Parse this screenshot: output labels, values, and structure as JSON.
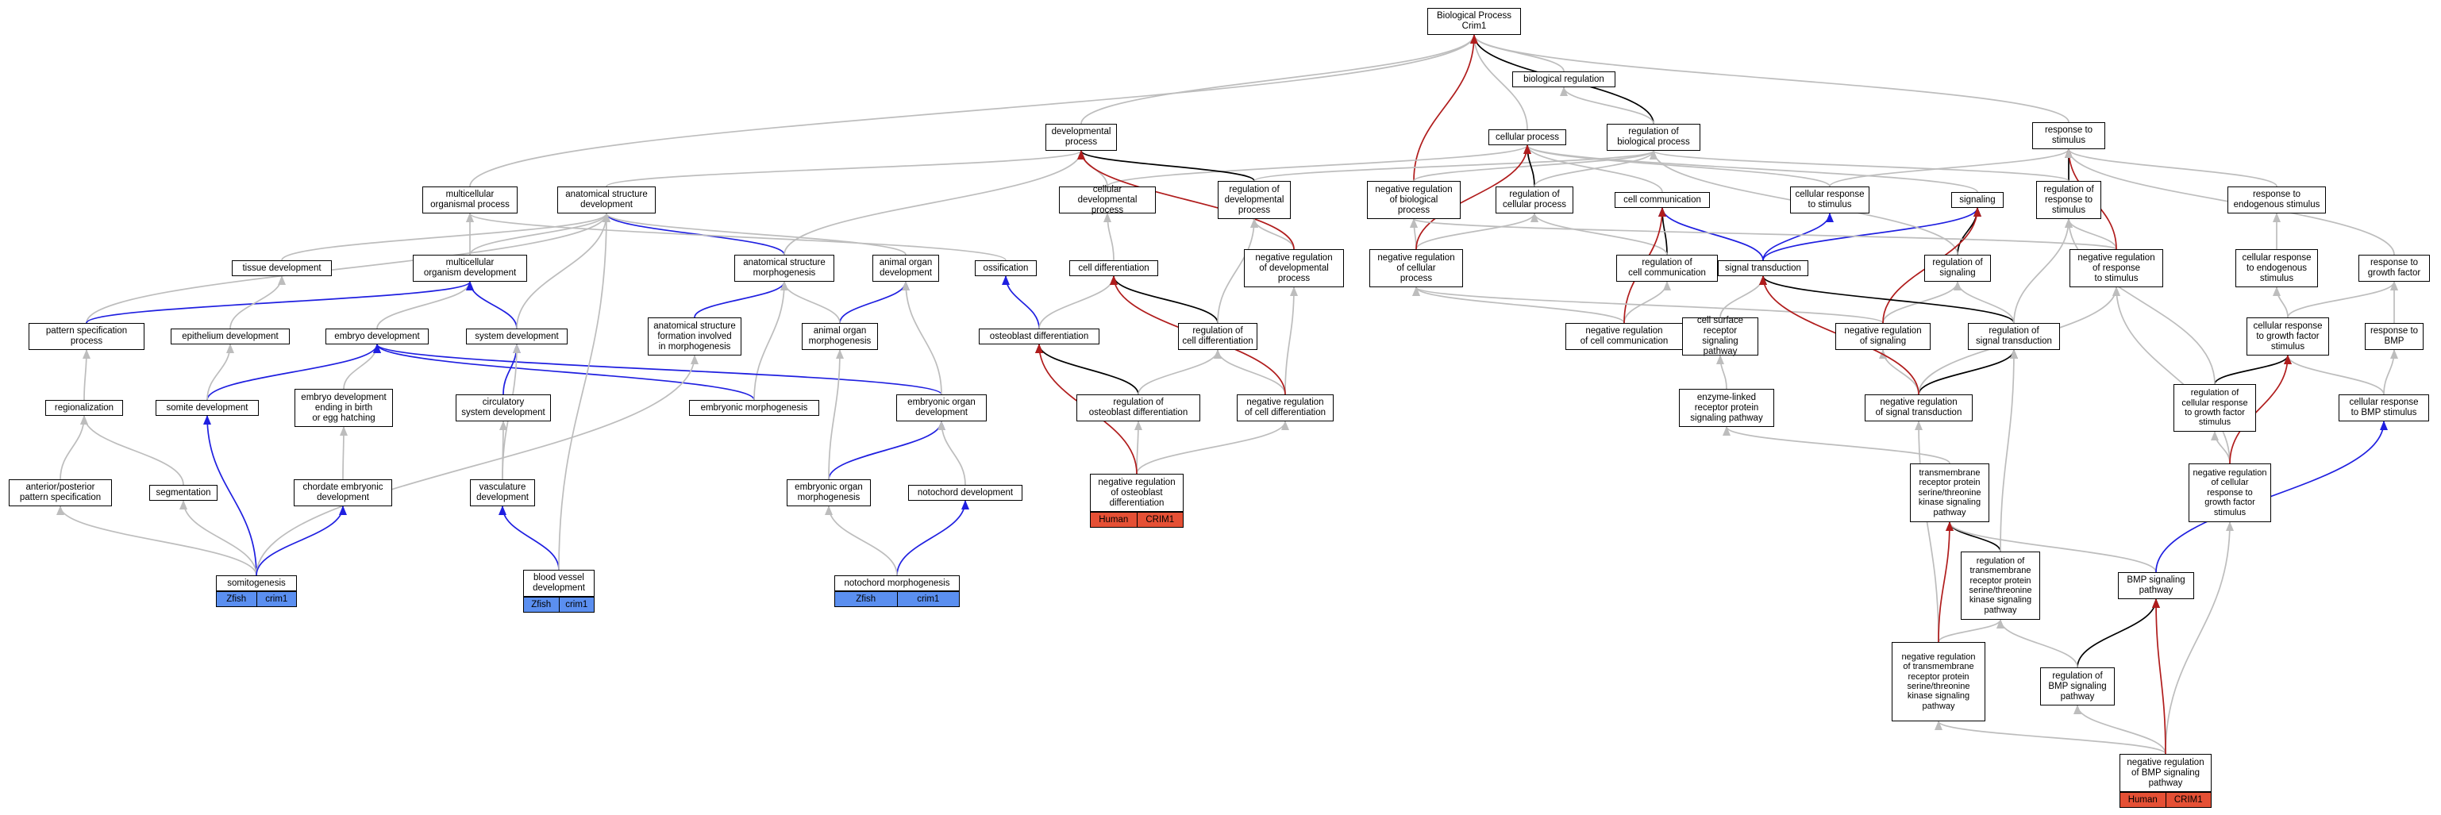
{
  "colors": {
    "gray": "#bdbdbd",
    "black": "#000000",
    "blue": "#1f1fe0",
    "red": "#b01c1c",
    "zfish": "#5b8ff0",
    "human": "#e55035"
  },
  "nodes": {
    "bp": "Biological Process\nCrim1",
    "bioreg": "biological regulation",
    "regbp": "regulation of\nbiological process",
    "cellproc": "cellular process",
    "devproc": "developmental\nprocess",
    "resp": "response to\nstimulus",
    "mop": "multicellular\norganismal process",
    "asd": "anatomical structure\ndevelopment",
    "cdp": "cellular developmental\nprocess",
    "rdp": "regulation of\ndevelopmental\nprocess",
    "nrbp": "negative regulation\nof biological\nprocess",
    "rcp": "regulation of\ncellular process",
    "cc": "cell communication",
    "crs": "cellular response\nto stimulus",
    "sig": "signaling",
    "rrs": "regulation of\nresponse to\nstimulus",
    "res": "response to\nendogenous stimulus",
    "td": "tissue development",
    "mod": "multicellular\norganism development",
    "asm": "anatomical structure\nmorphogenesis",
    "aod": "animal organ\ndevelopment",
    "oss": "ossification",
    "celldiff": "cell differentiation",
    "nrdp": "negative regulation\nof developmental\nprocess",
    "nrcp": "negative regulation\nof cellular\nprocess",
    "rccm": "regulation of\ncell communication",
    "st": "signal transduction",
    "rsig": "regulation of\nsignaling",
    "nrrs": "negative regulation\nof response\nto stimulus",
    "cres": "cellular response\nto endogenous\nstimulus",
    "rgf": "response to\ngrowth factor",
    "psp": "pattern specification\nprocess",
    "ed": "epithelium development",
    "embd": "embryo development",
    "sysd": "system development",
    "asf": "anatomical structure\nformation involved\nin morphogenesis",
    "aom": "animal organ\nmorphogenesis",
    "od": "osteoblast differentiation",
    "rcd": "regulation of\ncell differentiation",
    "nrcc": "negative regulation\nof cell communication",
    "csrsp": "cell surface\nreceptor signaling\npathway",
    "nrsig": "negative regulation\nof signaling",
    "rst": "regulation of\nsignal transduction",
    "crgf": "cellular response\nto growth factor\nstimulus",
    "rbmp": "response to\nBMP",
    "reg": "regionalization",
    "sd": "somite development",
    "edb": "embryo development\nending in birth\nor egg hatching",
    "csd": "circulatory\nsystem development",
    "em": "embryonic morphogenesis",
    "eod": "embryonic organ\ndevelopment",
    "rod": "regulation of\nosteoblast differentiation",
    "nrcd": "negative regulation\nof cell differentiation",
    "elrsp": "enzyme-linked\nreceptor protein\nsignaling pathway",
    "nrst": "negative regulation\nof signal transduction",
    "rcrgf": "regulation of\ncellular response\nto growth factor\nstimulus",
    "crbmp": "cellular response\nto BMP stimulus",
    "apps": "anterior/posterior\npattern specification",
    "seg": "segmentation",
    "ced": "chordate embryonic\ndevelopment",
    "vd": "vasculature\ndevelopment",
    "eom": "embryonic organ\nmorphogenesis",
    "nd": "notochord development",
    "nrod": "negative regulation\nof osteoblast\ndifferentiation",
    "tmrs": "transmembrane\nreceptor protein\nserine/threonine\nkinase signaling\npathway",
    "nrcrgf": "negative regulation\nof cellular\nresponse to\ngrowth factor\nstimulus",
    "somito": "somitogenesis",
    "bvd": "blood vessel\ndevelopment",
    "nm": "notochord morphogenesis",
    "rtmrs": "regulation of\ntransmembrane\nreceptor protein\nserine/threonine\nkinase signaling\npathway",
    "bmpsp": "BMP signaling\npathway",
    "nrtmrs": "negative regulation\nof transmembrane\nreceptor protein\nserine/threonine\nkinase signaling\npathway",
    "rbmpsp": "regulation of\nBMP signaling\npathway",
    "nrbmp": "negative regulation\nof BMP signaling\npathway"
  },
  "annotations": {
    "nrod": [
      "Human",
      "CRIM1"
    ],
    "somito": [
      "Zfish",
      "crim1"
    ],
    "bvd": [
      "Zfish",
      "crim1"
    ],
    "nm": [
      "Zfish",
      "crim1"
    ],
    "nrbmp": [
      "Human",
      "CRIM1"
    ]
  },
  "edges": [
    [
      "bioreg",
      "bp",
      "gray"
    ],
    [
      "regbp",
      "bp",
      "black"
    ],
    [
      "regbp",
      "bioreg",
      "gray"
    ],
    [
      "cellproc",
      "bp",
      "gray"
    ],
    [
      "devproc",
      "bp",
      "gray"
    ],
    [
      "resp",
      "bp",
      "gray"
    ],
    [
      "mop",
      "bp",
      "gray"
    ],
    [
      "nrbp",
      "bp",
      "red"
    ],
    [
      "asd",
      "devproc",
      "gray"
    ],
    [
      "cdp",
      "devproc",
      "gray"
    ],
    [
      "cdp",
      "cellproc",
      "gray"
    ],
    [
      "rdp",
      "devproc",
      "black"
    ],
    [
      "rdp",
      "regbp",
      "gray"
    ],
    [
      "nrbp",
      "regbp",
      "gray"
    ],
    [
      "rcp",
      "cellproc",
      "black"
    ],
    [
      "rcp",
      "regbp",
      "gray"
    ],
    [
      "cc",
      "cellproc",
      "gray"
    ],
    [
      "crs",
      "cellproc",
      "gray"
    ],
    [
      "crs",
      "resp",
      "gray"
    ],
    [
      "sig",
      "cellproc",
      "gray"
    ],
    [
      "rrs",
      "resp",
      "black"
    ],
    [
      "rrs",
      "regbp",
      "gray"
    ],
    [
      "res",
      "resp",
      "gray"
    ],
    [
      "mod",
      "mop",
      "gray"
    ],
    [
      "mod",
      "asd",
      "gray"
    ],
    [
      "td",
      "asd",
      "gray"
    ],
    [
      "asm",
      "asd",
      "blue"
    ],
    [
      "asm",
      "devproc",
      "gray"
    ],
    [
      "aod",
      "asd",
      "gray"
    ],
    [
      "oss",
      "mop",
      "gray"
    ],
    [
      "celldiff",
      "cdp",
      "gray"
    ],
    [
      "nrdp",
      "rdp",
      "gray"
    ],
    [
      "nrdp",
      "devproc",
      "red"
    ],
    [
      "nrcp",
      "rcp",
      "gray"
    ],
    [
      "nrcp",
      "nrbp",
      "gray"
    ],
    [
      "nrcp",
      "cellproc",
      "red"
    ],
    [
      "rccm",
      "cc",
      "black"
    ],
    [
      "rccm",
      "rcp",
      "gray"
    ],
    [
      "st",
      "cc",
      "blue"
    ],
    [
      "st",
      "sig",
      "blue"
    ],
    [
      "st",
      "crs",
      "blue"
    ],
    [
      "rsig",
      "sig",
      "black"
    ],
    [
      "rsig",
      "regbp",
      "gray"
    ],
    [
      "nrrs",
      "rrs",
      "gray"
    ],
    [
      "nrrs",
      "nrbp",
      "gray"
    ],
    [
      "nrrs",
      "resp",
      "red"
    ],
    [
      "cres",
      "res",
      "gray"
    ],
    [
      "rgf",
      "resp",
      "gray"
    ],
    [
      "psp",
      "asd",
      "gray"
    ],
    [
      "psp",
      "mod",
      "blue"
    ],
    [
      "ed",
      "td",
      "gray"
    ],
    [
      "embd",
      "mod",
      "gray"
    ],
    [
      "sysd",
      "mod",
      "blue"
    ],
    [
      "sysd",
      "asd",
      "gray"
    ],
    [
      "asf",
      "asm",
      "blue"
    ],
    [
      "aom",
      "aod",
      "blue"
    ],
    [
      "aom",
      "asm",
      "gray"
    ],
    [
      "od",
      "oss",
      "blue"
    ],
    [
      "od",
      "celldiff",
      "gray"
    ],
    [
      "rcd",
      "celldiff",
      "black"
    ],
    [
      "rcd",
      "rdp",
      "gray"
    ],
    [
      "nrcc",
      "rccm",
      "gray"
    ],
    [
      "nrcc",
      "nrcp",
      "gray"
    ],
    [
      "nrcc",
      "cc",
      "red"
    ],
    [
      "csrsp",
      "st",
      "gray"
    ],
    [
      "nrsig",
      "rsig",
      "gray"
    ],
    [
      "nrsig",
      "nrcp",
      "gray"
    ],
    [
      "nrsig",
      "sig",
      "red"
    ],
    [
      "rst",
      "st",
      "black"
    ],
    [
      "rst",
      "rsig",
      "gray"
    ],
    [
      "rst",
      "rrs",
      "gray"
    ],
    [
      "crgf",
      "rgf",
      "gray"
    ],
    [
      "crgf",
      "cres",
      "gray"
    ],
    [
      "rbmp",
      "rgf",
      "gray"
    ],
    [
      "reg",
      "psp",
      "gray"
    ],
    [
      "sd",
      "embd",
      "blue"
    ],
    [
      "sd",
      "ed",
      "gray"
    ],
    [
      "edb",
      "embd",
      "gray"
    ],
    [
      "csd",
      "sysd",
      "blue"
    ],
    [
      "em",
      "embd",
      "blue"
    ],
    [
      "em",
      "asm",
      "gray"
    ],
    [
      "eod",
      "embd",
      "blue"
    ],
    [
      "eod",
      "aod",
      "gray"
    ],
    [
      "rod",
      "od",
      "black"
    ],
    [
      "rod",
      "rcd",
      "gray"
    ],
    [
      "nrcd",
      "rcd",
      "gray"
    ],
    [
      "nrcd",
      "nrdp",
      "gray"
    ],
    [
      "nrcd",
      "celldiff",
      "red"
    ],
    [
      "elrsp",
      "csrsp",
      "gray"
    ],
    [
      "nrst",
      "rst",
      "black"
    ],
    [
      "nrst",
      "nrsig",
      "gray"
    ],
    [
      "nrst",
      "nrrs",
      "gray"
    ],
    [
      "nrst",
      "st",
      "red"
    ],
    [
      "rcrgf",
      "crgf",
      "black"
    ],
    [
      "rcrgf",
      "rrs",
      "gray"
    ],
    [
      "crbmp",
      "crgf",
      "gray"
    ],
    [
      "crbmp",
      "rbmp",
      "gray"
    ],
    [
      "apps",
      "reg",
      "gray"
    ],
    [
      "seg",
      "reg",
      "gray"
    ],
    [
      "ced",
      "edb",
      "gray"
    ],
    [
      "vd",
      "csd",
      "gray"
    ],
    [
      "vd",
      "sysd",
      "gray"
    ],
    [
      "eom",
      "eod",
      "blue"
    ],
    [
      "eom",
      "aom",
      "gray"
    ],
    [
      "nd",
      "eod",
      "gray"
    ],
    [
      "nrod",
      "rod",
      "gray"
    ],
    [
      "nrod",
      "nrcd",
      "gray"
    ],
    [
      "nrod",
      "od",
      "red"
    ],
    [
      "tmrs",
      "elrsp",
      "gray"
    ],
    [
      "nrcrgf",
      "rcrgf",
      "gray"
    ],
    [
      "nrcrgf",
      "nrrs",
      "gray"
    ],
    [
      "nrcrgf",
      "crgf",
      "red"
    ],
    [
      "somito",
      "sd",
      "blue"
    ],
    [
      "somito",
      "seg",
      "gray"
    ],
    [
      "somito",
      "apps",
      "gray"
    ],
    [
      "somito",
      "asf",
      "gray"
    ],
    [
      "somito",
      "ced",
      "blue"
    ],
    [
      "bvd",
      "vd",
      "blue"
    ],
    [
      "bvd",
      "asd",
      "gray"
    ],
    [
      "nm",
      "nd",
      "blue"
    ],
    [
      "nm",
      "eom",
      "gray"
    ],
    [
      "rtmrs",
      "tmrs",
      "black"
    ],
    [
      "rtmrs",
      "rst",
      "gray"
    ],
    [
      "bmpsp",
      "tmrs",
      "gray"
    ],
    [
      "bmpsp",
      "crbmp",
      "blue"
    ],
    [
      "nrtmrs",
      "rtmrs",
      "gray"
    ],
    [
      "nrtmrs",
      "nrst",
      "gray"
    ],
    [
      "nrtmrs",
      "tmrs",
      "red"
    ],
    [
      "rbmpsp",
      "bmpsp",
      "black"
    ],
    [
      "rbmpsp",
      "rtmrs",
      "gray"
    ],
    [
      "nrbmp",
      "rbmpsp",
      "gray"
    ],
    [
      "nrbmp",
      "nrtmrs",
      "gray"
    ],
    [
      "nrbmp",
      "nrcrgf",
      "gray"
    ],
    [
      "nrbmp",
      "bmpsp",
      "red"
    ]
  ]
}
